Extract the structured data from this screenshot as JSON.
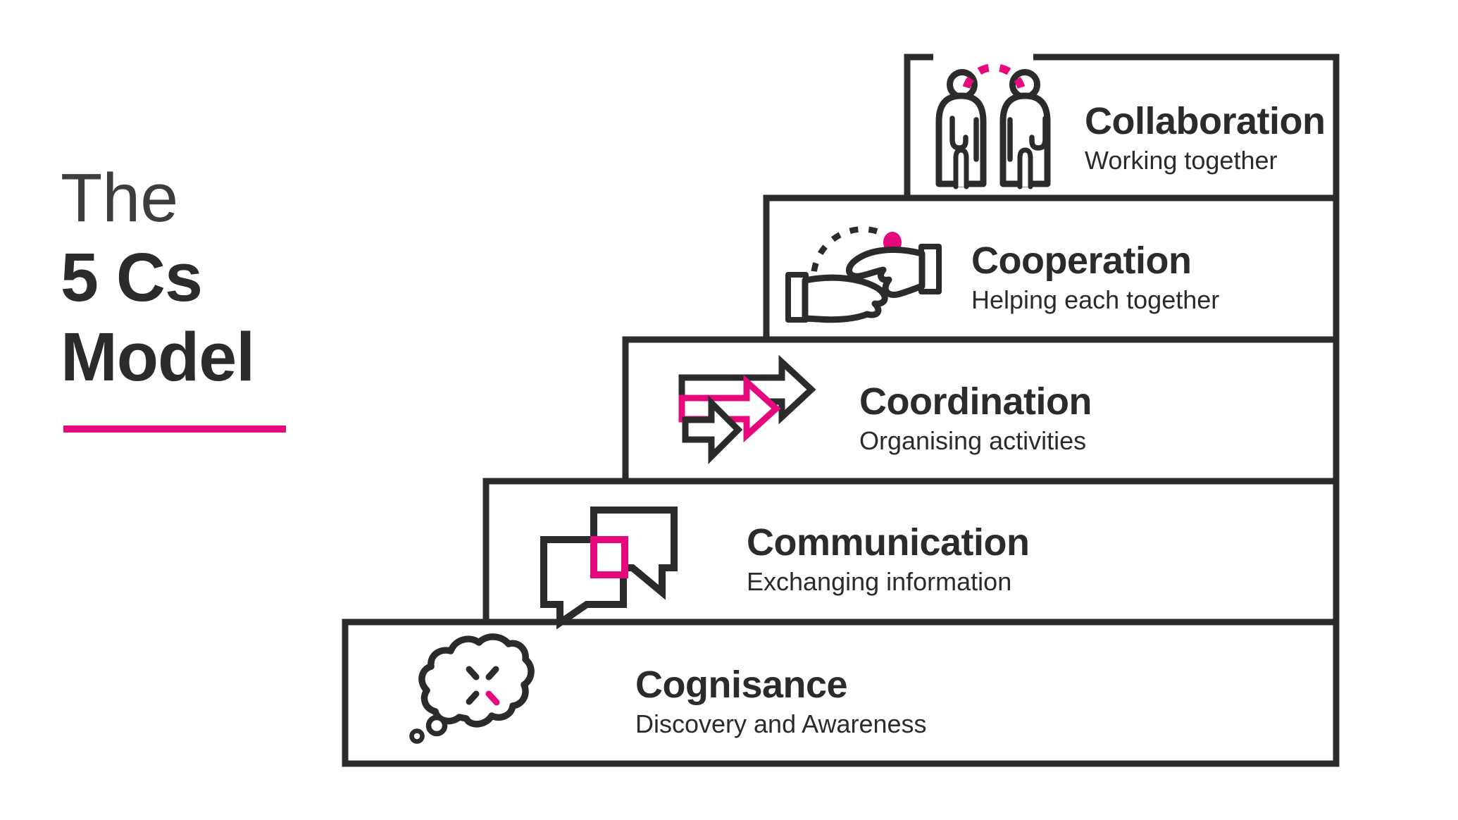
{
  "title_block": {
    "line1": "The",
    "line2": "5 Cs",
    "line3": "Model"
  },
  "colors": {
    "accent_pink": "#E6097E",
    "ink": "#2B2B2B",
    "background": "#FFFFFF"
  },
  "steps": [
    {
      "title": "Collaboration",
      "subtitle": "Working together",
      "icon": "two-people-icon"
    },
    {
      "title": "Cooperation",
      "subtitle": "Helping each together",
      "icon": "giving-hands-icon"
    },
    {
      "title": "Coordination",
      "subtitle": "Organising activities",
      "icon": "forward-arrows-icon"
    },
    {
      "title": "Communication",
      "subtitle": "Exchanging information",
      "icon": "speech-bubbles-icon"
    },
    {
      "title": "Cognisance",
      "subtitle": "Discovery and Awareness",
      "icon": "thought-cloud-icon"
    }
  ]
}
